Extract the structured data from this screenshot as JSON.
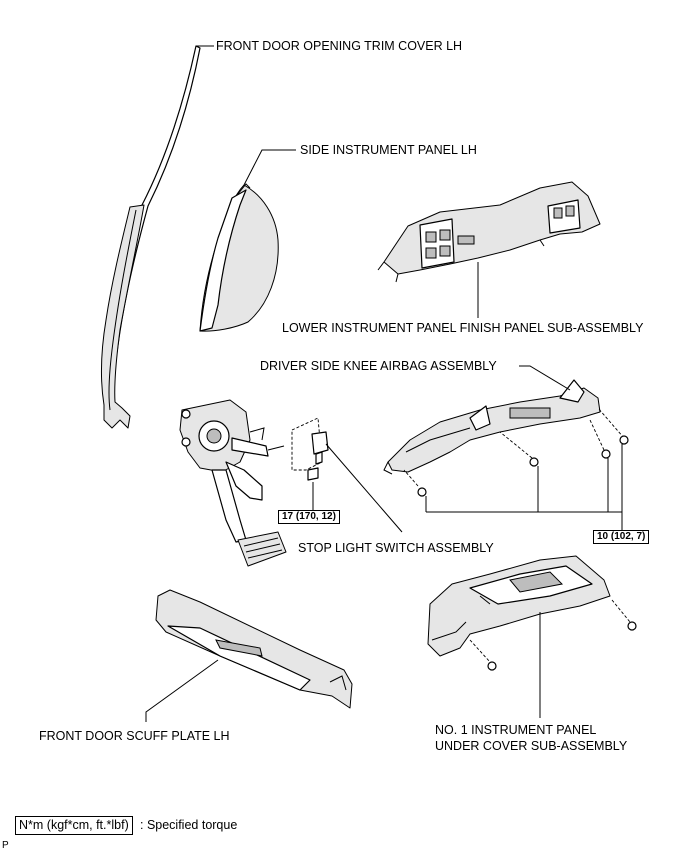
{
  "parts": {
    "front_door_opening_trim_cover": "FRONT DOOR OPENING TRIM COVER LH",
    "side_instrument_panel": "SIDE INSTRUMENT PANEL LH",
    "lower_instrument_panel_finish_panel": "LOWER INSTRUMENT PANEL FINISH PANEL SUB-ASSEMBLY",
    "driver_side_knee_airbag": "DRIVER SIDE KNEE AIRBAG ASSEMBLY",
    "stop_light_switch": "STOP LIGHT SWITCH ASSEMBLY",
    "front_door_scuff_plate": "FRONT DOOR SCUFF PLATE LH",
    "under_cover_line1": "NO. 1 INSTRUMENT PANEL",
    "under_cover_line2": "UNDER COVER SUB-ASSEMBLY"
  },
  "torques": {
    "stop_light_switch": "17 (170, 12)",
    "knee_airbag_bolts": "10 (102, 7)"
  },
  "legend": {
    "unit": "N*m (kgf*cm, ft.*lbf)",
    "desc": ": Specified torque"
  },
  "corner_mark": "P"
}
